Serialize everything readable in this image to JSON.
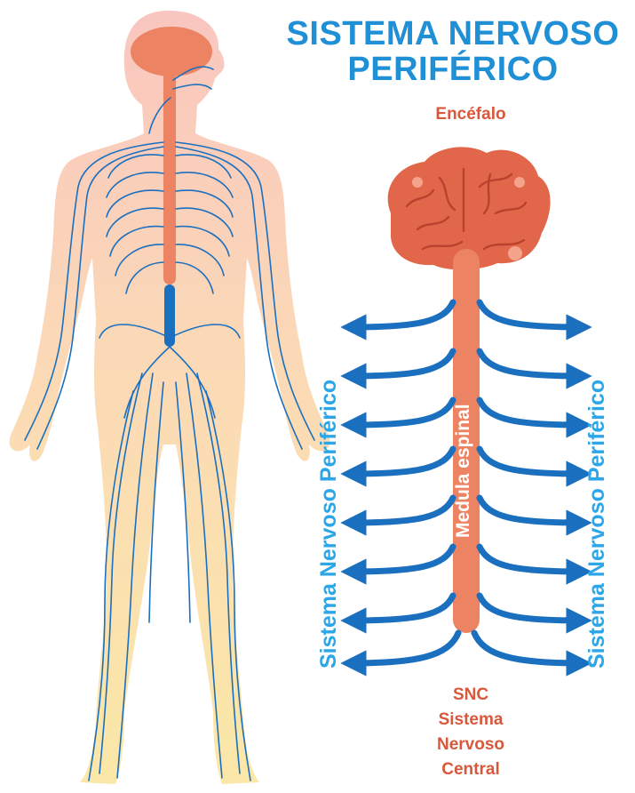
{
  "title": {
    "line1": "SISTEMA NERVOSO",
    "line2": "PERIFÉRICO"
  },
  "brain_label": "Encéfalo",
  "spinal_cord_label": "Medula espinal",
  "peripheral_label_left": "Sistema Nervoso Periférico",
  "peripheral_label_right": "Sistema Nervoso Periférico",
  "cns_label": {
    "line1": "SNC",
    "line2": "Sistema",
    "line3": "Nervoso",
    "line4": "Central"
  },
  "colors": {
    "title_blue": "#1f8fd6",
    "nerve_blue": "#1b6fbf",
    "label_blue": "#2ba6e8",
    "cns_orange": "#e98468",
    "brain_red": "#e2674a",
    "label_red": "#d9573a",
    "skin_top": "#f9c9bf",
    "skin_bottom": "#fbe6a6"
  }
}
